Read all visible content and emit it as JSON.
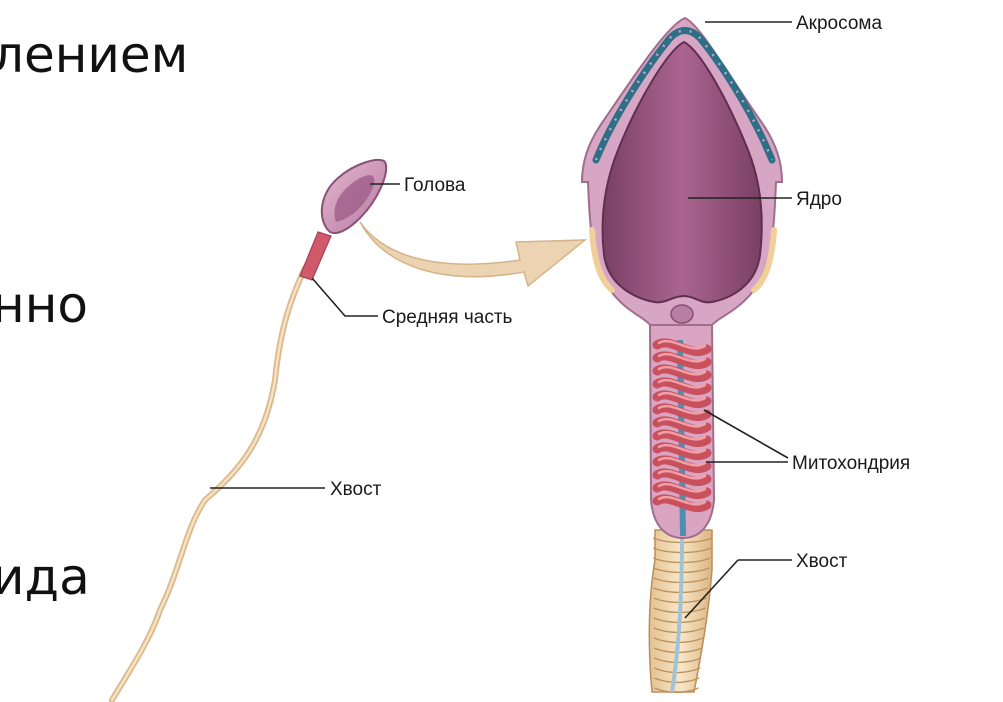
{
  "slide_text": {
    "top_fragment": "...",
    "line1": "лением",
    "line2": "нно",
    "line3": "ида"
  },
  "labels": {
    "head": "Голова",
    "midpiece": "Средняя часть",
    "tail_left": "Хвост",
    "acrosome": "Акросома",
    "nucleus": "Ядро",
    "mitochondria": "Митохондрия",
    "tail_right": "Хвост"
  },
  "colors": {
    "membrane": "#c79ab6",
    "nucleus": "#8c4e75",
    "acrosome_band": "#2d6f86",
    "mitochondria": "#d76b6b",
    "tail": "#efd3a7",
    "arrow": "#ecd4b3"
  }
}
